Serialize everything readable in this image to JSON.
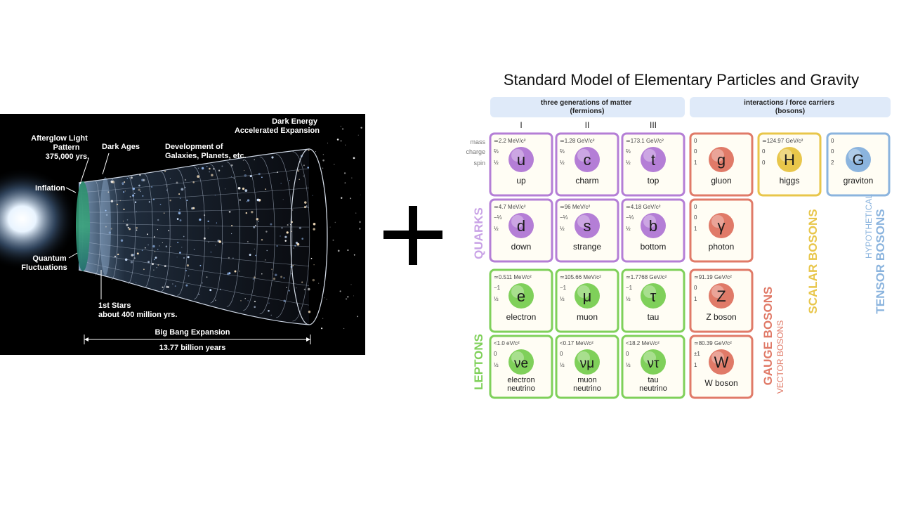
{
  "cosmology": {
    "labels": {
      "afterglow": [
        "Afterglow Light",
        "Pattern",
        "375,000 yrs."
      ],
      "dark_ages": "Dark Ages",
      "development": [
        "Development of",
        "Galaxies, Planets, etc."
      ],
      "dark_energy": [
        "Dark Energy",
        "Accelerated Expansion"
      ],
      "inflation": "Inflation",
      "quantum": [
        "Quantum",
        "Fluctuations"
      ],
      "first_stars": [
        "1st Stars",
        "about 400 million yrs."
      ],
      "big_bang_expansion": "Big Bang Expansion",
      "age": "13.77 billion years"
    }
  },
  "operator": "+",
  "standard_model": {
    "title": "Standard Model of Elementary Particles and Gravity",
    "header_fermions": [
      "three generations of matter",
      "(fermions)"
    ],
    "header_bosons": [
      "interactions / force carriers",
      "(bosons)"
    ],
    "generations": [
      "I",
      "II",
      "III"
    ],
    "row_labels": [
      "mass",
      "charge",
      "spin"
    ],
    "particles": [
      {
        "symbol": "u",
        "name": [
          "up"
        ],
        "mass": "≃2.2 MeV/c²",
        "charge": "⅔",
        "spin": "½",
        "family": "quark"
      },
      {
        "symbol": "c",
        "name": [
          "charm"
        ],
        "mass": "≃1.28 GeV/c²",
        "charge": "⅔",
        "spin": "½",
        "family": "quark"
      },
      {
        "symbol": "t",
        "name": [
          "top"
        ],
        "mass": "≃173.1 GeV/c²",
        "charge": "⅔",
        "spin": "½",
        "family": "quark"
      },
      {
        "symbol": "g",
        "name": [
          "gluon"
        ],
        "mass": "0",
        "charge": "0",
        "spin": "1",
        "family": "gauge"
      },
      {
        "symbol": "H",
        "name": [
          "higgs"
        ],
        "mass": "≃124.97 GeV/c²",
        "charge": "0",
        "spin": "0",
        "family": "scalar"
      },
      {
        "symbol": "G",
        "name": [
          "graviton"
        ],
        "mass": "0",
        "charge": "0",
        "spin": "2",
        "family": "tensor"
      },
      {
        "symbol": "d",
        "name": [
          "down"
        ],
        "mass": "≃4.7 MeV/c²",
        "charge": "−⅓",
        "spin": "½",
        "family": "quark"
      },
      {
        "symbol": "s",
        "name": [
          "strange"
        ],
        "mass": "≃96 MeV/c²",
        "charge": "−⅓",
        "spin": "½",
        "family": "quark"
      },
      {
        "symbol": "b",
        "name": [
          "bottom"
        ],
        "mass": "≃4.18 GeV/c²",
        "charge": "−⅓",
        "spin": "½",
        "family": "quark"
      },
      {
        "symbol": "γ",
        "name": [
          "photon"
        ],
        "mass": "0",
        "charge": "0",
        "spin": "1",
        "family": "gauge"
      },
      {
        "symbol": "e",
        "name": [
          "electron"
        ],
        "mass": "≃0.511 MeV/c²",
        "charge": "−1",
        "spin": "½",
        "family": "lepton"
      },
      {
        "symbol": "μ",
        "name": [
          "muon"
        ],
        "mass": "≃105.66 MeV/c²",
        "charge": "−1",
        "spin": "½",
        "family": "lepton"
      },
      {
        "symbol": "τ",
        "name": [
          "tau"
        ],
        "mass": "≃1.7768 GeV/c²",
        "charge": "−1",
        "spin": "½",
        "family": "lepton"
      },
      {
        "symbol": "Z",
        "name": [
          "Z boson"
        ],
        "mass": "≃91.19 GeV/c²",
        "charge": "0",
        "spin": "1",
        "family": "gauge"
      },
      {
        "symbol": "νe",
        "name": [
          "electron",
          "neutrino"
        ],
        "mass": "<1.0 eV/c²",
        "charge": "0",
        "spin": "½",
        "family": "lepton"
      },
      {
        "symbol": "νμ",
        "name": [
          "muon",
          "neutrino"
        ],
        "mass": "<0.17 MeV/c²",
        "charge": "0",
        "spin": "½",
        "family": "lepton"
      },
      {
        "symbol": "ντ",
        "name": [
          "tau",
          "neutrino"
        ],
        "mass": "<18.2 MeV/c²",
        "charge": "0",
        "spin": "½",
        "family": "lepton"
      },
      {
        "symbol": "W",
        "name": [
          "W boson"
        ],
        "mass": "≃80.39 GeV/c²",
        "charge": "±1",
        "spin": "1",
        "family": "gauge"
      }
    ],
    "group_labels": {
      "quarks": "QUARKS",
      "leptons": "LEPTONS",
      "gauge": "GAUGE BOSONS",
      "vector": "VECTOR BOSONS",
      "scalar": "SCALAR BOSONS",
      "hypothetical": "HYPOTHETICAL",
      "tensor": "TENSOR BOSONS"
    },
    "colors": {
      "quark": "#b47ed6",
      "lepton": "#7fd05a",
      "gauge": "#e07a68",
      "scalar": "#e8c64a",
      "tensor": "#8bb4de",
      "header_bg": "#dfeaf9"
    }
  }
}
